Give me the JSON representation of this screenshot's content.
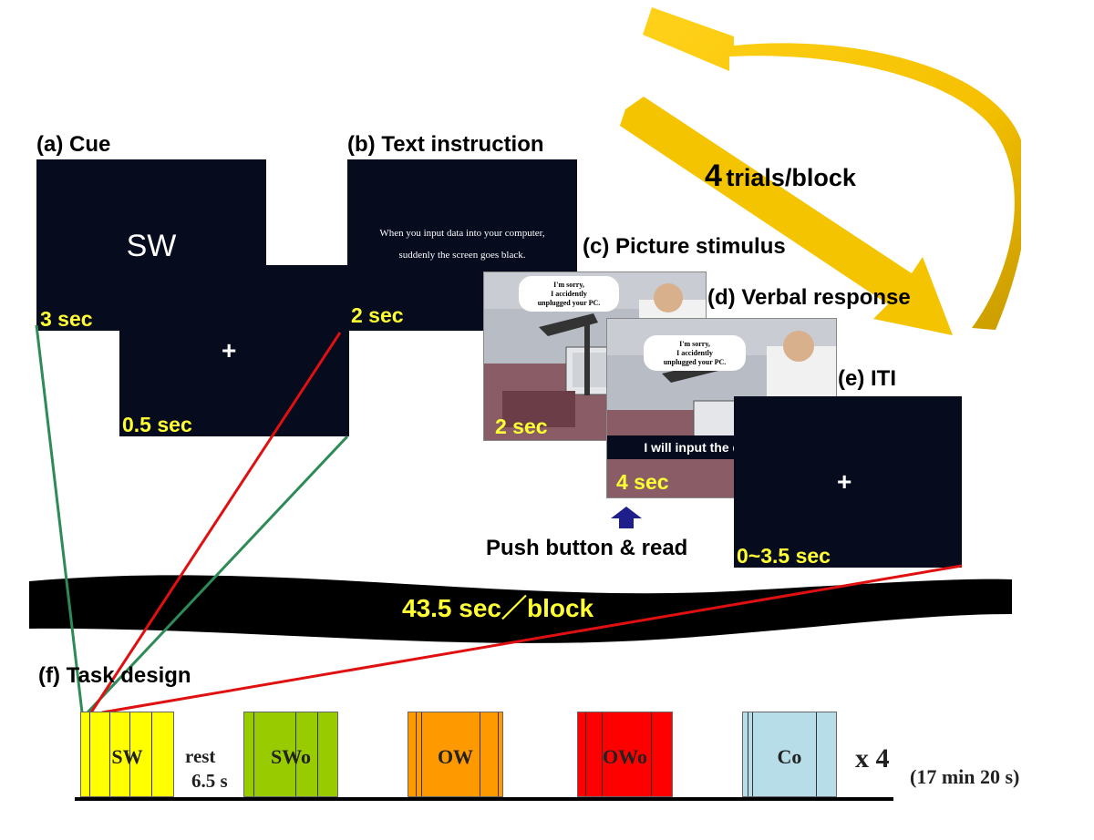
{
  "panels": {
    "cue": {
      "title": "(a) Cue",
      "text": "SW",
      "time": "3 sec"
    },
    "fixation": {
      "symbol": "+",
      "time": "0.5 sec"
    },
    "text_instruction": {
      "title": "(b) Text instruction",
      "line1": "When you input data into your computer,",
      "line2": "suddenly the screen goes black.",
      "time": "2 sec"
    },
    "picture": {
      "title": "(c) Picture stimulus",
      "bubble_line1": "I'm sorry,",
      "bubble_line2": "I accidently",
      "bubble_line3": "unplugged your PC.",
      "time": "2 sec"
    },
    "verbal": {
      "title": "(d) Verbal response",
      "bubble_line1": "I'm sorry,",
      "bubble_line2": "I accidently",
      "bubble_line3": "unplugged your PC.",
      "response": "I will input the data again.",
      "time": "4 sec",
      "push_label": "Push button & read"
    },
    "iti": {
      "title": "(e) ITI",
      "symbol": "+",
      "time": "0~3.5 sec"
    }
  },
  "loop": {
    "count": "4",
    "label": "trials/block"
  },
  "block_banner": "43.5 sec／block",
  "task_design": {
    "title": "(f) Task design",
    "blocks": [
      {
        "label": "SW",
        "color": "#ffff00"
      },
      {
        "label": "SWo",
        "color": "#99cc00"
      },
      {
        "label": "OW",
        "color": "#ff9900"
      },
      {
        "label": "OWo",
        "color": "#ff0000"
      },
      {
        "label": "Co",
        "color": "#b7dde8"
      }
    ],
    "rest_label": "rest",
    "rest_time": "6.5 s",
    "repeat": "x 4",
    "total": "(17 min 20 s)"
  },
  "colors": {
    "panel_bg": "#060b1e",
    "time_text": "#ffff33",
    "arrow": "#f5c400",
    "green_line": "#2e8b57",
    "red_line": "#e01010",
    "push_arrow": "#1f1f8c"
  }
}
